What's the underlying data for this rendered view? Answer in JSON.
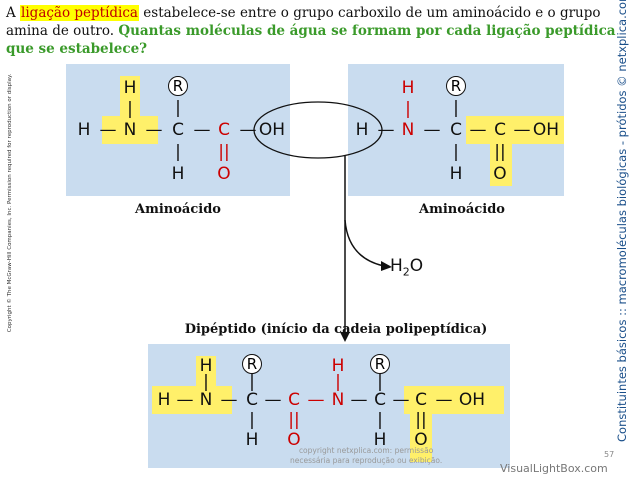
{
  "header": {
    "pre": "A ",
    "highlight": "ligação peptídica",
    "mid": " estabelece-se entre o grupo carboxilo de um aminoácido e o grupo amina de outro. ",
    "question": "Quantas moléculas de água se formam por cada ligação peptídica que se estabelece?"
  },
  "molecule1": {
    "label": "Aminoácido",
    "atoms": {
      "h_top": "H",
      "h_left": "H",
      "n": "N",
      "c_alpha": "C",
      "c_carbonyl": "C",
      "oh": "OH",
      "h_bottom": "H",
      "o": "O",
      "r": "R"
    },
    "bonds": {
      "b1": "—",
      "b2": "—",
      "b3": "—",
      "b4": "—",
      "v_top": "|",
      "v_r": "|",
      "v_bottom": "|",
      "double": "||"
    }
  },
  "molecule2": {
    "label": "Aminoácido",
    "atoms": {
      "h_top": "H",
      "h_left": "H",
      "n": "N",
      "c_alpha": "C",
      "c_carbonyl": "C",
      "oh": "OH",
      "h_bottom": "H",
      "o": "O",
      "r": "R"
    },
    "bonds": {
      "b1": "—",
      "b2": "—",
      "b3": "—",
      "b4": "—",
      "v_top": "|",
      "v_r": "|",
      "v_bottom": "|",
      "double": "||"
    }
  },
  "water": {
    "h": "H",
    "sub": "2",
    "o": "O"
  },
  "dipeptide": {
    "label": "Dipéptido (início da cadeia polipeptídica)",
    "atoms": {
      "h_top1": "H",
      "h_left": "H",
      "n1": "N",
      "c1": "C",
      "c2": "C",
      "n2": "N",
      "c3": "C",
      "c4": "C",
      "oh": "OH",
      "h_top2": "H",
      "h_bot1": "H",
      "o1": "O",
      "h_bot2": "H",
      "o2": "O",
      "r1": "R",
      "r2": "R"
    },
    "bonds": {
      "b1": "—",
      "b2": "—",
      "b3": "—",
      "b4": "—",
      "b5": "—",
      "b6": "—",
      "b7": "—",
      "v1": "|",
      "v_r1": "|",
      "v_r2": "|",
      "v_h2": "|",
      "v_b1": "|",
      "v_b2": "|",
      "d1": "||",
      "d2": "||"
    }
  },
  "copyright_side": "Copyright © The McGraw-Hill Companies, Inc. Permission required for reproduction or display.",
  "right_side": "Constituintes básicos :: macromoléculas biológicas - prótidos © netxplica.com",
  "permission_line1": "copyright netxplica.com: permissão",
  "permission_line2": "necessária para reprodução ou exibição.",
  "page_number": "57",
  "watermark": "VisualLightBox.com",
  "colors": {
    "panel": "#c9dcef",
    "highlight": "#ffff00",
    "question": "#3a9a2a",
    "red_atom": "#cc0000",
    "box_highlight": "#fff06a"
  }
}
